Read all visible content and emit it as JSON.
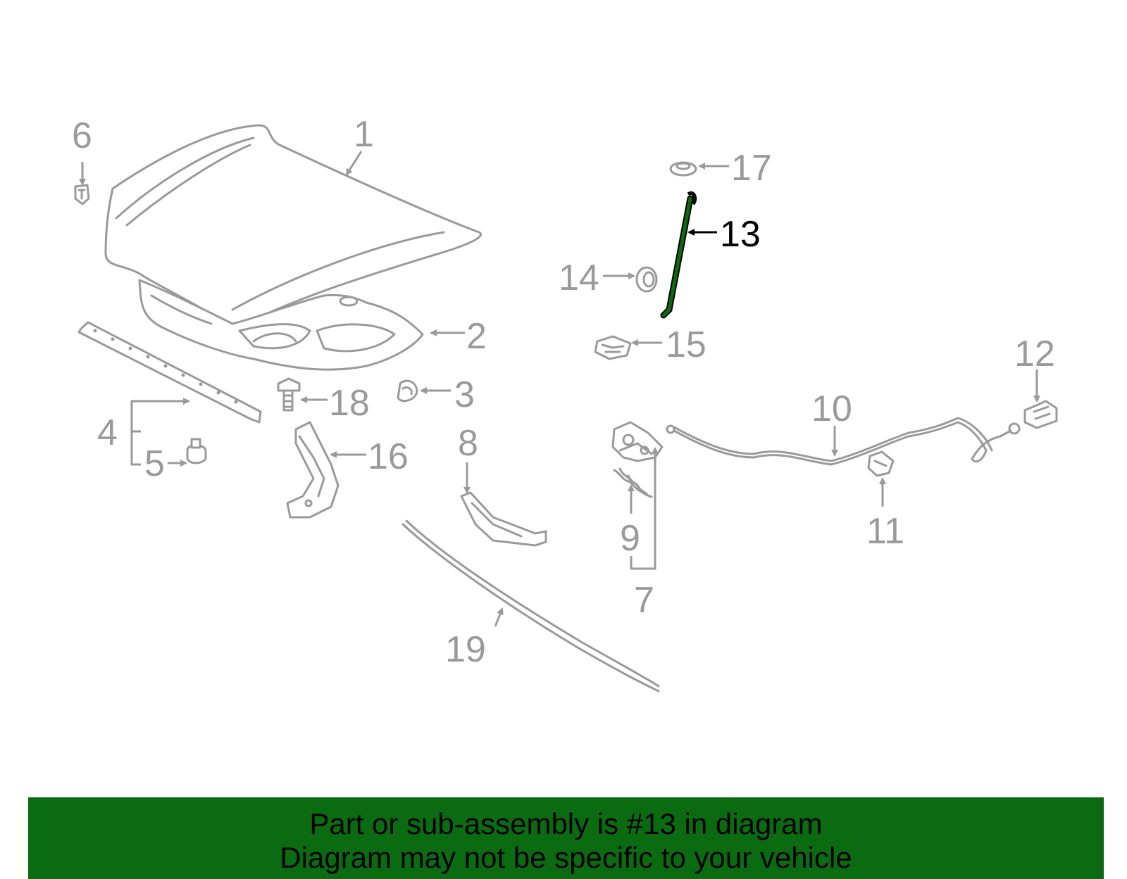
{
  "diagram": {
    "highlighted_part": "13",
    "highlight_color": "#0b6b10",
    "part_color": "#9a9a9a",
    "callouts": {
      "c1": "1",
      "c2": "2",
      "c3": "3",
      "c4": "4",
      "c5": "5",
      "c6": "6",
      "c7": "7",
      "c8": "8",
      "c9": "9",
      "c10": "10",
      "c11": "11",
      "c12": "12",
      "c13": "13",
      "c14": "14",
      "c15": "15",
      "c16": "16",
      "c17": "17",
      "c18": "18",
      "c19": "19"
    }
  },
  "banner": {
    "line1": "Part or sub-assembly is #13 in diagram",
    "line2": "Diagram may not be specific to your vehicle",
    "background": "#0b6b10"
  }
}
